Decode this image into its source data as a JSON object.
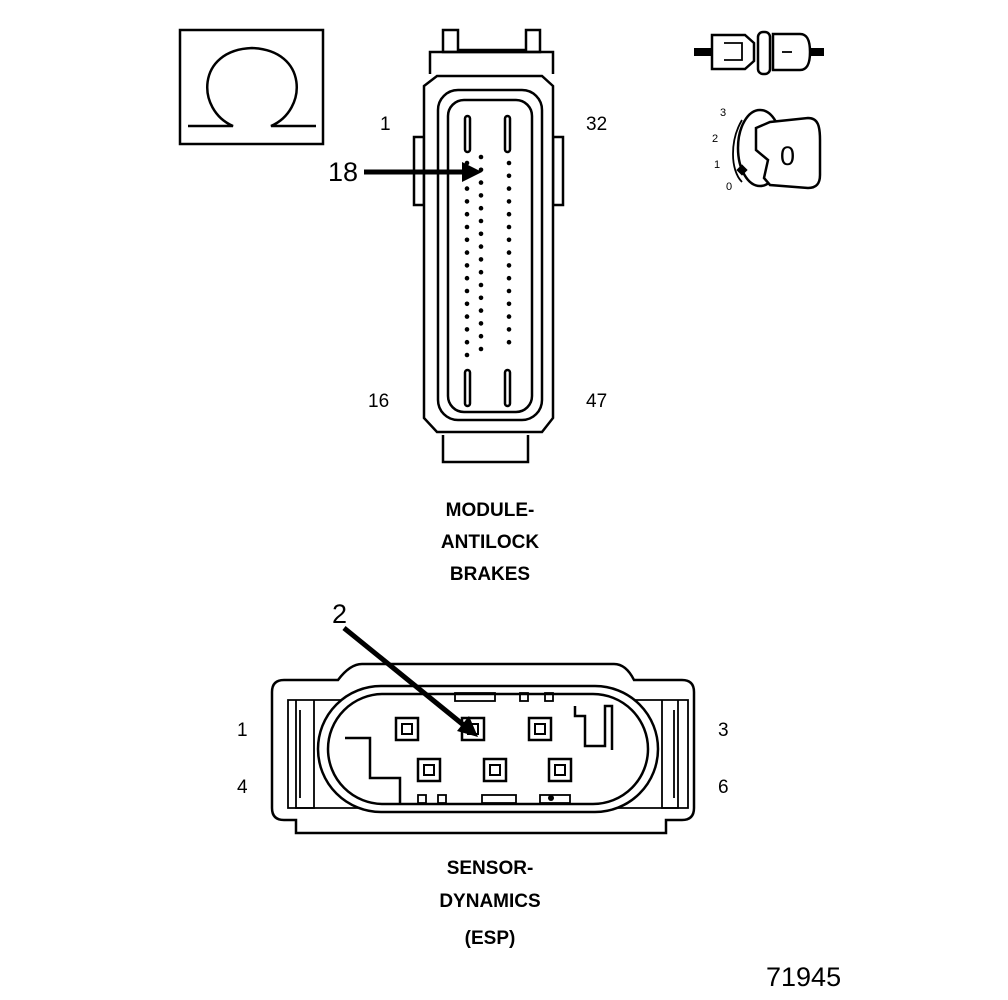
{
  "figure_number": "71945",
  "symbol": "Ω",
  "tool_icons": {
    "probe": "test-probe-icon",
    "key": "ignition-key-icon",
    "key_positions": [
      "3",
      "2",
      "1",
      "0"
    ],
    "key_label": "0"
  },
  "abs_connector": {
    "pin_labels": {
      "top_left": "1",
      "top_right": "32",
      "bottom_left": "16",
      "bottom_right": "47"
    },
    "callout": "18",
    "caption_lines": [
      "MODULE-",
      "ANTILOCK",
      "BRAKES"
    ]
  },
  "esp_connector": {
    "pin_labels": {
      "top_left": "1",
      "top_right": "3",
      "bottom_left": "4",
      "bottom_right": "6"
    },
    "callout": "2",
    "caption_lines": [
      "SENSOR-",
      "DYNAMICS",
      "(ESP)"
    ]
  }
}
